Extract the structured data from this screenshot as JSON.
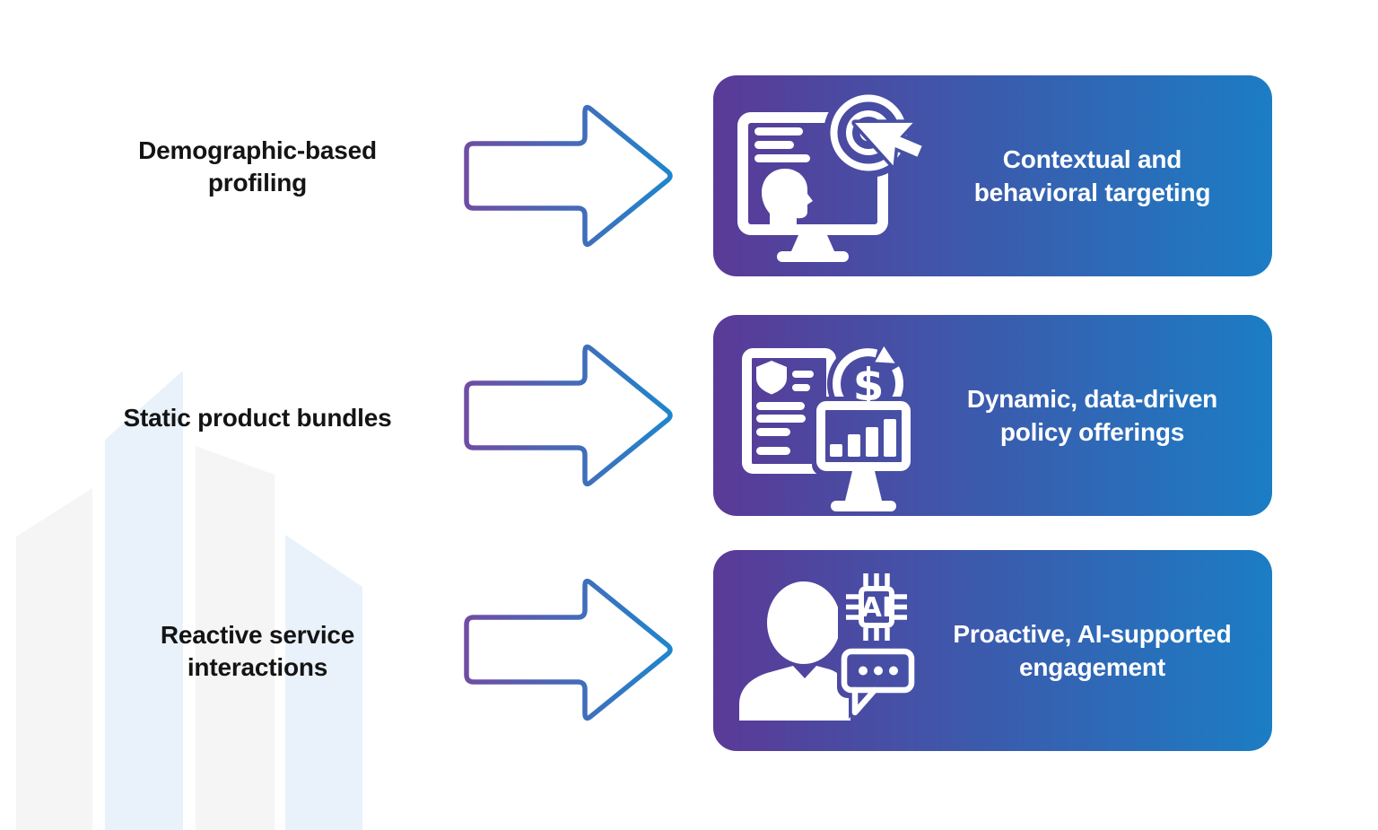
{
  "palette": {
    "card_gradient_start": "#5a3a97",
    "card_gradient_end": "#1b7dc4",
    "arrow_gradient_start": "#6f4da3",
    "arrow_gradient_end": "#1e86cd",
    "label_color": "#141414",
    "card_text_color": "#ffffff",
    "watermark_gray": "#f5f5f6",
    "watermark_blue": "#e9f2fa"
  },
  "rows": [
    {
      "label_lines": [
        "Demographic-based",
        "profiling"
      ],
      "card_lines": [
        "Contextual and",
        "behavioral targeting"
      ],
      "icon": "monitor-target-cursor"
    },
    {
      "label_lines": [
        "Static product bundles"
      ],
      "card_lines": [
        "Dynamic, data-driven",
        "policy offerings"
      ],
      "icon": "document-shield-dollar-chart"
    },
    {
      "label_lines": [
        "Reactive service",
        "interactions"
      ],
      "card_lines": [
        "Proactive, AI-supported",
        "engagement"
      ],
      "icon": "person-ai-chip-chat"
    }
  ],
  "icon_text": {
    "ai_chip_label": "AI",
    "dollar_symbol": "$"
  }
}
